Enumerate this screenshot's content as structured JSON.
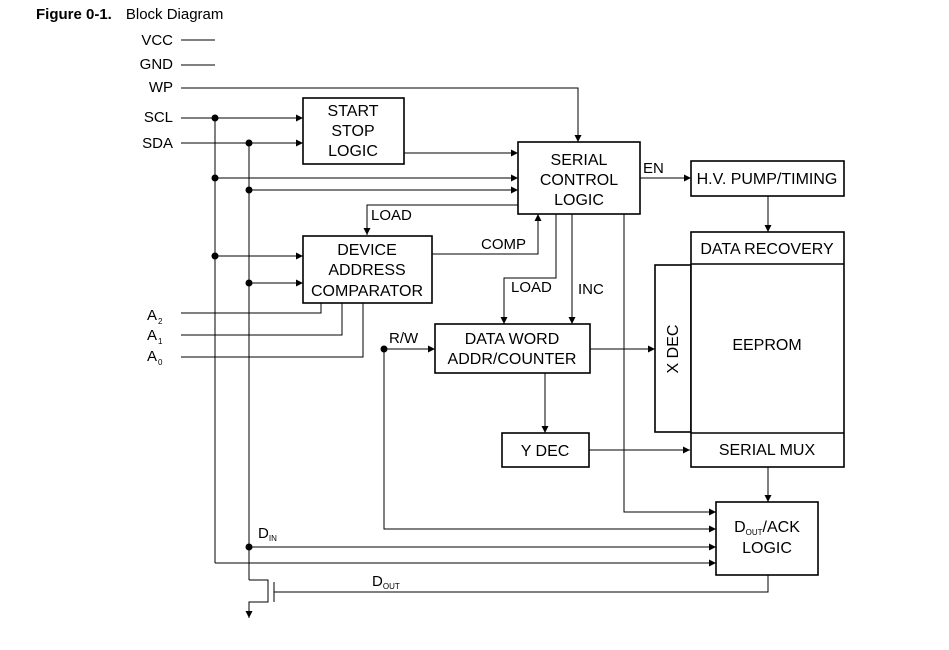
{
  "figure": {
    "number": "Figure 0-1.",
    "title": "Block Diagram"
  },
  "pins": {
    "vcc": "VCC",
    "gnd": "GND",
    "wp": "WP",
    "scl": "SCL",
    "sda": "SDA",
    "a2": "A",
    "a2_sub": "2",
    "a1": "A",
    "a1_sub": "1",
    "a0": "A",
    "a0_sub": "0"
  },
  "blocks": {
    "start_stop": [
      "START",
      "STOP",
      "LOGIC"
    ],
    "serial_control": [
      "SERIAL",
      "CONTROL",
      "LOGIC"
    ],
    "hv_pump": "H.V. PUMP/TIMING",
    "data_recovery": "DATA RECOVERY",
    "device_address": [
      "DEVICE",
      "ADDRESS",
      "COMPARATOR"
    ],
    "data_word": [
      "DATA WORD",
      "ADDR/COUNTER"
    ],
    "xdec": "X DEC",
    "eeprom": "EEPROM",
    "ydec": "Y DEC",
    "serial_mux": "SERIAL MUX",
    "dout_ack": {
      "line1_main": "D",
      "line1_sub": "OUT",
      "line1_rest": "/ACK",
      "line2": "LOGIC"
    }
  },
  "signals": {
    "en": "EN",
    "load_top": "LOAD",
    "comp": "COMP",
    "load_mid": "LOAD",
    "inc": "INC",
    "rw": "R/W",
    "din": "D",
    "din_sub": "IN",
    "dout": "D",
    "dout_sub": "OUT"
  }
}
